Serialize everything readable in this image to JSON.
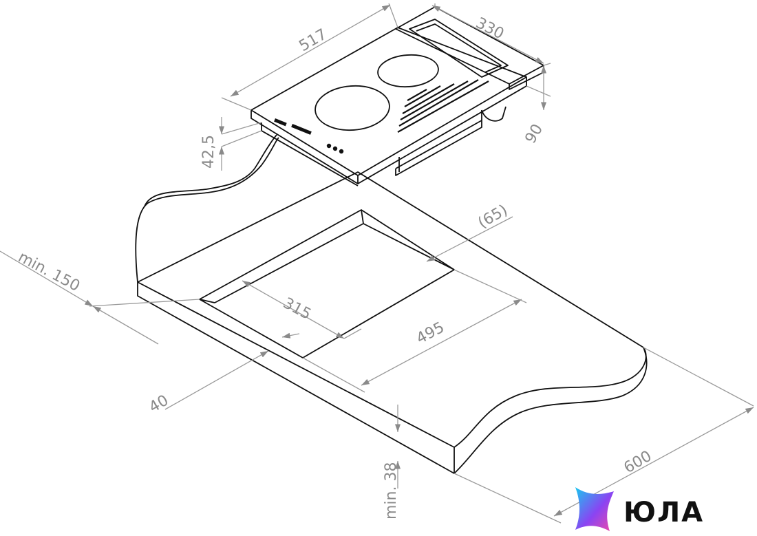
{
  "dimensions": {
    "hob_width": "517",
    "hob_depth": "330",
    "hob_height": "42,5",
    "hood_height": "90",
    "back_offset": "(65)",
    "cutout_depth": "315",
    "cutout_width": "495",
    "wall_distance": "min. 150",
    "front_distance": "40",
    "counter_depth": "600",
    "counter_thickness": "min. 38"
  },
  "brand": {
    "name": "ЮЛА",
    "colors": {
      "gradient_start": "#19c7f0",
      "gradient_mid": "#8a44f2",
      "gradient_end": "#f24aa6"
    }
  },
  "colors": {
    "line": "#111111",
    "dimension": "#9a9a9a",
    "surface": "#2a2a2a"
  }
}
